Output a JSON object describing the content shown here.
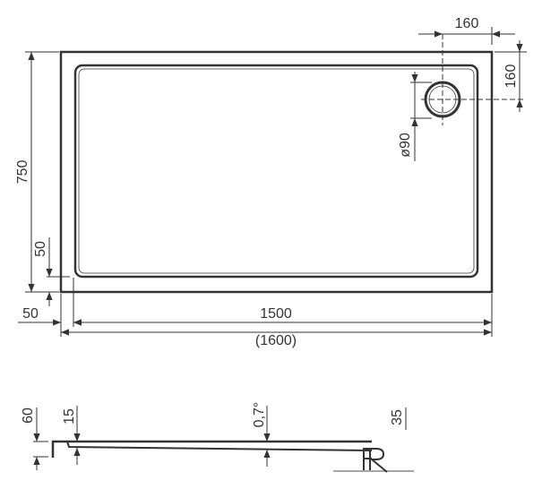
{
  "plan_view": {
    "width_label": "1500",
    "width_alt_label": "(1600)",
    "depth_label": "750",
    "rim_bottom_label": "50",
    "rim_left_label": "50",
    "drain_offset_x_label": "160",
    "drain_offset_y_label": "160",
    "drain_diameter_label": "ø90"
  },
  "section_view": {
    "total_height_label": "60",
    "step_label": "15",
    "slope_label": "0,7°",
    "depth_label": "35"
  },
  "logo": {
    "text": "RR"
  },
  "colors": {
    "line": "#333333",
    "background": "#ffffff"
  }
}
